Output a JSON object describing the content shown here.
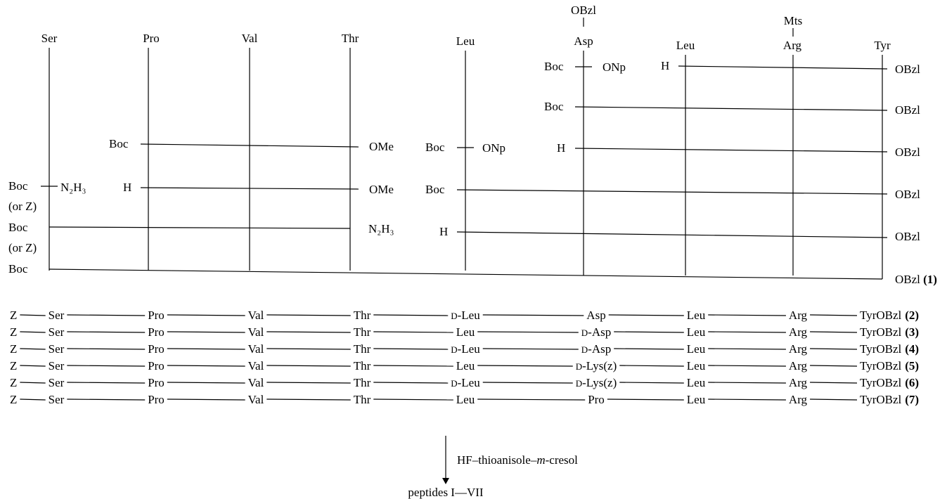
{
  "synthesis": {
    "residues": [
      "Ser",
      "Pro",
      "Val",
      "Thr",
      "Leu",
      "Asp",
      "Leu",
      "Arg",
      "Tyr"
    ],
    "side_chain_protection": {
      "asp": "OBzl",
      "arg": "Mts"
    },
    "left_labels": {
      "ser_top": "Boc",
      "ser_top_sub": "(or Z)",
      "ser_mid": "Boc",
      "ser_mid_sub": "(or Z)",
      "ser_bottom": "Boc",
      "pro_boc": "Boc",
      "pro_h": "H",
      "leu_boc_active": "Boc",
      "leu_boc": "Boc",
      "leu_h": "H",
      "asp_boc_active": "Boc",
      "asp_boc": "Boc",
      "asp_h": "H",
      "leu2_h": "H"
    },
    "hydrazide_label": "N₂H₃",
    "right_labels": {
      "thr_ome_1": "OMe",
      "thr_ome_2": "OMe",
      "thr_hydrazide": "N₂H₃",
      "leu_onp": "ONp",
      "asp_onp": "ONp",
      "tyr_1": "OBzl",
      "tyr_2": "OBzl",
      "tyr_3": "OBzl",
      "tyr_4": "OBzl",
      "tyr_5": "OBzl",
      "tyr_final": "OBzl",
      "tyr_final_num": "(1)"
    }
  },
  "analogs": [
    {
      "z": "Z",
      "residues": [
        "Ser",
        "Pro",
        "Val",
        "Thr",
        "D-Leu",
        "Asp",
        "Leu",
        "Arg",
        "TyrOBzl"
      ],
      "num": "(2)"
    },
    {
      "z": "Z",
      "residues": [
        "Ser",
        "Pro",
        "Val",
        "Thr",
        "Leu",
        "D-Asp",
        "Leu",
        "Arg",
        "TyrOBzl"
      ],
      "num": "(3)"
    },
    {
      "z": "Z",
      "residues": [
        "Ser",
        "Pro",
        "Val",
        "Thr",
        "D-Leu",
        "D-Asp",
        "Leu",
        "Arg",
        "TyrOBzl"
      ],
      "num": "(4)"
    },
    {
      "z": "Z",
      "residues": [
        "Ser",
        "Pro",
        "Val",
        "Thr",
        "Leu",
        "D-Lys(z)",
        "Leu",
        "Arg",
        "TyrOBzl"
      ],
      "num": "(5)"
    },
    {
      "z": "Z",
      "residues": [
        "Ser",
        "Pro",
        "Val",
        "Thr",
        "D-Leu",
        "D-Lys(z)",
        "Leu",
        "Arg",
        "TyrOBzl"
      ],
      "num": "(6)"
    },
    {
      "z": "Z",
      "residues": [
        "Ser",
        "Pro",
        "Val",
        "Thr",
        "Leu",
        "Pro",
        "Leu",
        "Arg",
        "TyrOBzl"
      ],
      "num": "(7)"
    }
  ],
  "deprotection": {
    "reagent": "HF–thioanisole–m-cresol",
    "product": "peptides I—VII"
  }
}
